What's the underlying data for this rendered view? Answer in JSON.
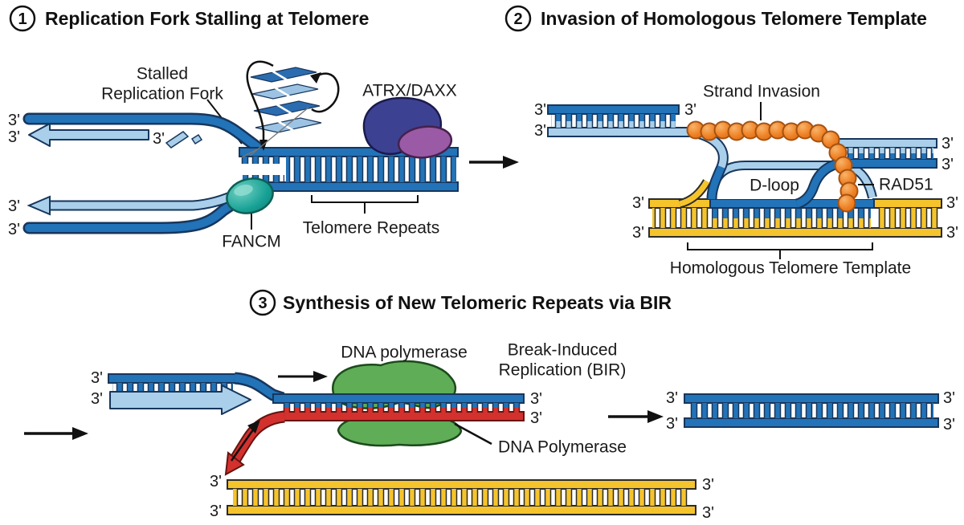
{
  "figure": {
    "panel1": {
      "step_number": "1",
      "title": "Replication Fork Stalling at Telomere",
      "stalled_fork_label_line1": "Stalled",
      "stalled_fork_label_line2": "Replication Fork",
      "atrx_daxx_label": "ATRX/DAXX",
      "fancm_label": "FANCM",
      "telomere_repeats_label": "Telomere Repeats"
    },
    "panel2": {
      "step_number": "2",
      "title": "Invasion of Homologous Telomere Template",
      "strand_invasion_label": "Strand Invasion",
      "d_loop_label": "D-loop",
      "rad51_label": "RAD51",
      "homologous_template_label": "Homologous Telomere Template"
    },
    "panel3": {
      "step_number": "3",
      "title": "Synthesis of New Telomeric Repeats via BIR",
      "dna_polymerase_top_label": "DNA polymerase",
      "bir_label_line1": "Break-Induced",
      "bir_label_line2": "Replication (BIR)",
      "dna_polymerase_bottom_label": "DNA Polymerase"
    },
    "prime_end_label": "3'",
    "colors": {
      "strand_blue": "#2273b8",
      "strand_light_blue": "#a9cfea",
      "template_yellow": "#f5c42c",
      "nascent_red": "#d3312e",
      "rad51_orange": "#ef8125",
      "fancm_teal": "#17a095",
      "atrx_indigo": "#3d4191",
      "daxx_purple": "#9a5aa5",
      "polymerase_green": "#5fad56",
      "background": "#ffffff",
      "text": "#1a1a1a"
    }
  }
}
